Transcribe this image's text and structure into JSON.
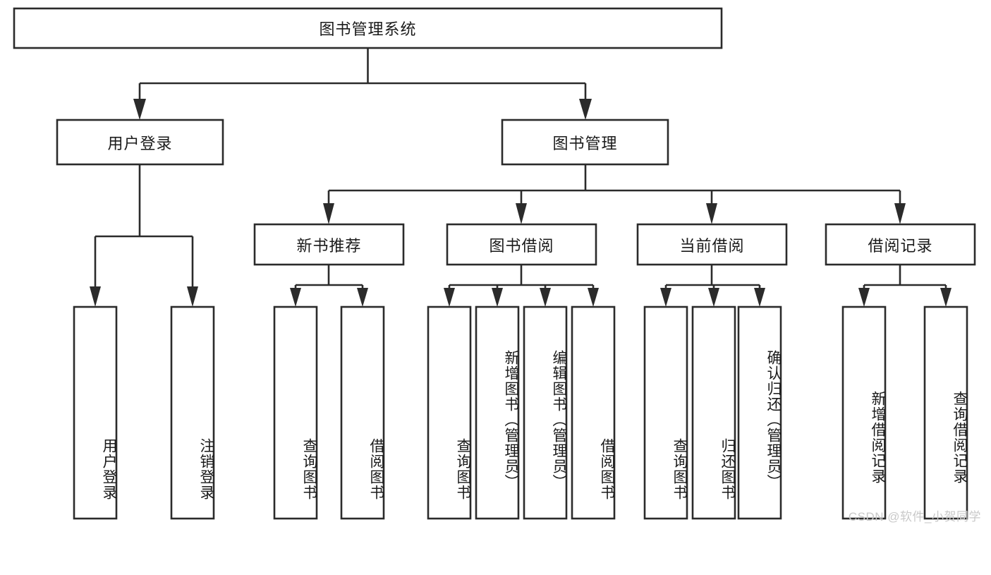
{
  "diagram": {
    "type": "tree-hierarchy",
    "title": "图书管理系统",
    "root": {
      "id": "root",
      "label": "图书管理系统",
      "orientation": "horizontal"
    },
    "level1": [
      {
        "id": "user-login",
        "label": "用户登录",
        "orientation": "horizontal"
      },
      {
        "id": "book-manage",
        "label": "图书管理",
        "orientation": "horizontal"
      }
    ],
    "level2": [
      {
        "id": "new-book-recommend",
        "label": "新书推荐",
        "orientation": "horizontal",
        "parent": "book-manage"
      },
      {
        "id": "book-borrow",
        "label": "图书借阅",
        "orientation": "horizontal",
        "parent": "book-manage"
      },
      {
        "id": "current-borrow",
        "label": "当前借阅",
        "orientation": "horizontal",
        "parent": "book-manage"
      },
      {
        "id": "borrow-record",
        "label": "借阅记录",
        "orientation": "horizontal",
        "parent": "book-manage"
      }
    ],
    "leaves": [
      {
        "id": "leaf-user-login",
        "label": "用户登录",
        "orientation": "vertical",
        "parent": "user-login"
      },
      {
        "id": "leaf-logout",
        "label": "注销登录",
        "orientation": "vertical",
        "parent": "user-login"
      },
      {
        "id": "leaf-query-book-1",
        "label": "查询图书",
        "orientation": "vertical",
        "parent": "new-book-recommend"
      },
      {
        "id": "leaf-borrow-book-1",
        "label": "借阅图书",
        "orientation": "vertical",
        "parent": "new-book-recommend"
      },
      {
        "id": "leaf-query-book-2",
        "label": "查询图书",
        "orientation": "vertical",
        "parent": "book-borrow"
      },
      {
        "id": "leaf-add-book",
        "label": "新增图书（管理员）",
        "orientation": "vertical",
        "parent": "book-borrow"
      },
      {
        "id": "leaf-edit-book",
        "label": "编辑图书（管理员）",
        "orientation": "vertical",
        "parent": "book-borrow"
      },
      {
        "id": "leaf-borrow-book-2",
        "label": "借阅图书",
        "orientation": "vertical",
        "parent": "book-borrow"
      },
      {
        "id": "leaf-query-book-3",
        "label": "查询图书",
        "orientation": "vertical",
        "parent": "current-borrow"
      },
      {
        "id": "leaf-return-book",
        "label": "归还图书",
        "orientation": "vertical",
        "parent": "current-borrow"
      },
      {
        "id": "leaf-confirm-return",
        "label": "确认归还（管理员）",
        "orientation": "vertical",
        "parent": "current-borrow"
      },
      {
        "id": "leaf-add-record",
        "label": "新增借阅记录",
        "orientation": "vertical",
        "parent": "borrow-record"
      },
      {
        "id": "leaf-query-record",
        "label": "查询借阅记录",
        "orientation": "vertical",
        "parent": "borrow-record"
      }
    ]
  },
  "watermark": {
    "text": "CSDN @软件_小贺同学"
  },
  "colors": {
    "box_stroke": "#2b2b2b",
    "box_fill": "#ffffff",
    "text": "#1a1a1a",
    "watermark": "#c9c9c9",
    "background": "#ffffff"
  }
}
